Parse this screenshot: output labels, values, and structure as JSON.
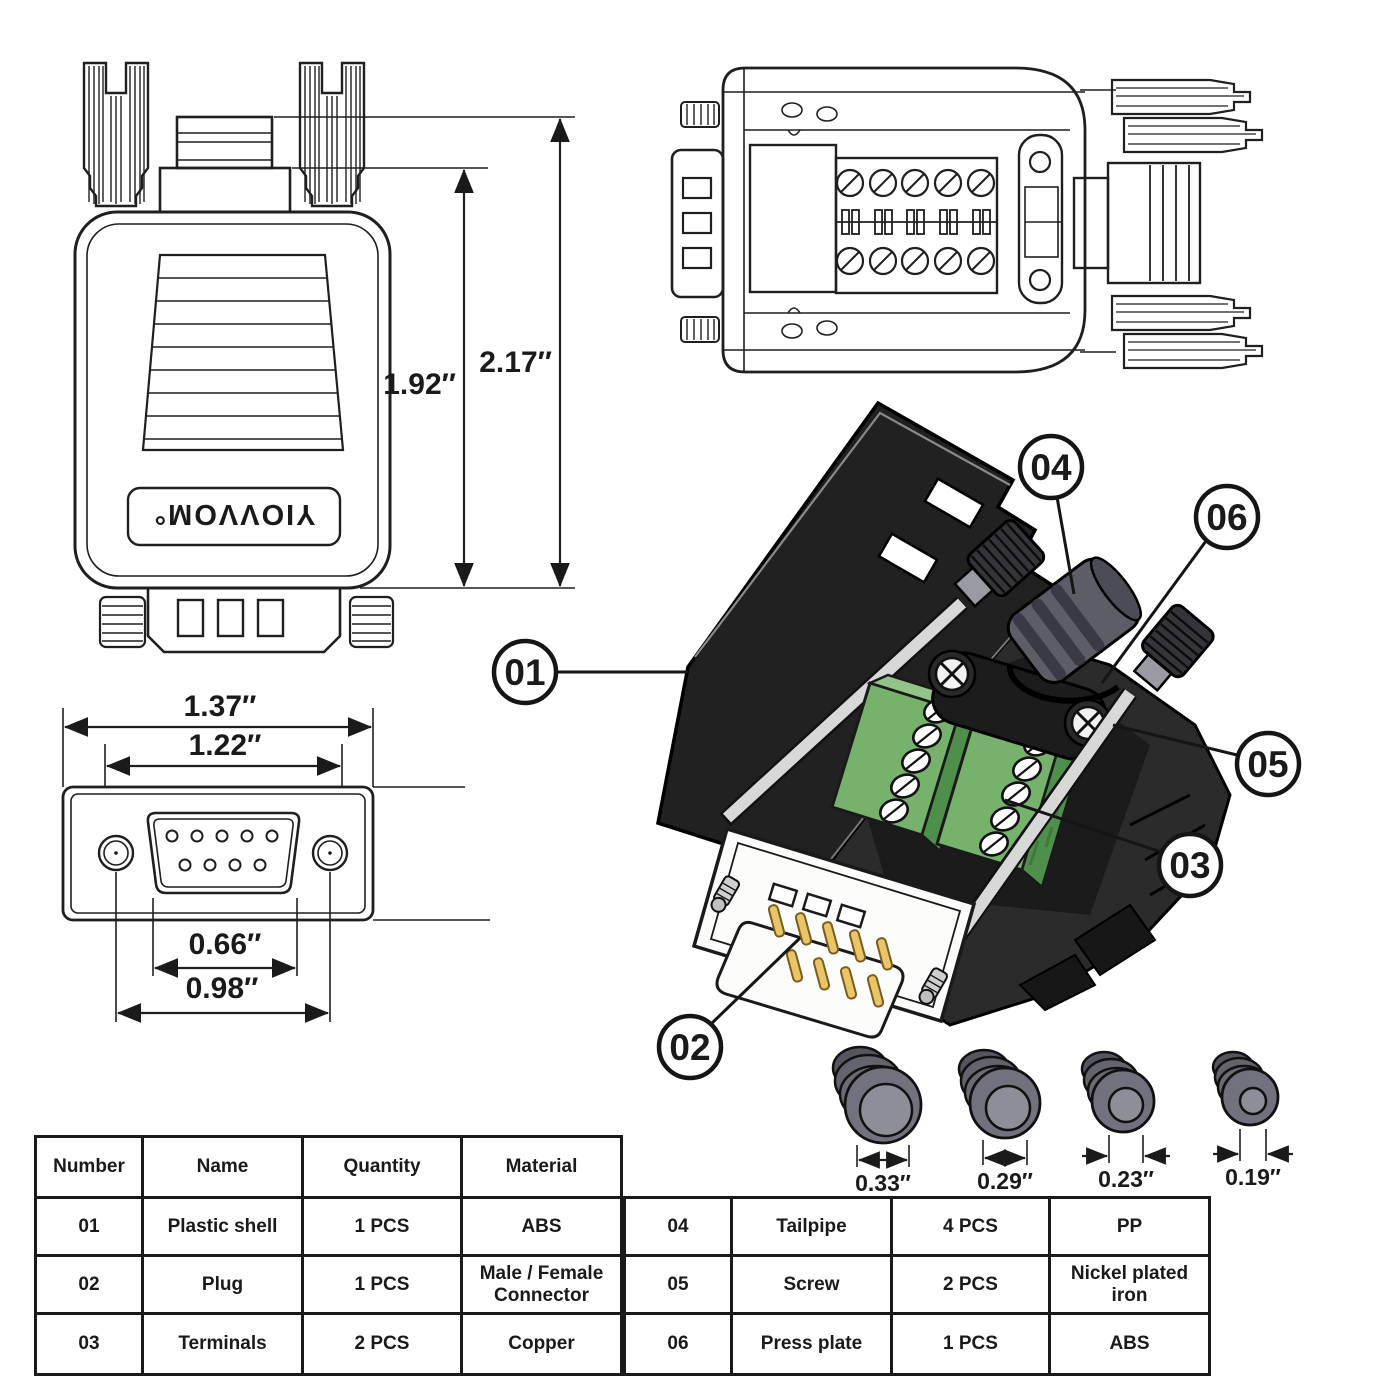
{
  "views": {
    "front": {
      "logo": "YIOVVOM°",
      "dims": {
        "inner_height": "1.92″",
        "outer_height": "2.17″"
      }
    },
    "face": {
      "dims": {
        "outer_width": "1.37″",
        "inner_width": "1.22″",
        "pin_span": "0.66″",
        "hole_span": "0.98″"
      }
    },
    "exploded": {
      "callouts": [
        {
          "id": "01",
          "target": "plastic-shell"
        },
        {
          "id": "02",
          "target": "plug"
        },
        {
          "id": "03",
          "target": "terminals"
        },
        {
          "id": "04",
          "target": "tailpipe"
        },
        {
          "id": "05",
          "target": "screw"
        },
        {
          "id": "06",
          "target": "press-plate"
        }
      ]
    },
    "tailpipes": {
      "sizes": [
        "0.33″",
        "0.29″",
        "0.23″",
        "0.19″"
      ]
    }
  },
  "table": {
    "headers": [
      "Number",
      "Name",
      "Quantity",
      "Material"
    ],
    "left_rows": [
      {
        "number": "01",
        "name": "Plastic shell",
        "quantity": "1 PCS",
        "material": "ABS"
      },
      {
        "number": "02",
        "name": "Plug",
        "quantity": "1 PCS",
        "material": "Male / Female Connector"
      },
      {
        "number": "03",
        "name": "Terminals",
        "quantity": "2 PCS",
        "material": "Copper"
      }
    ],
    "right_rows": [
      {
        "number": "04",
        "name": "Tailpipe",
        "quantity": "4 PCS",
        "material": "PP"
      },
      {
        "number": "05",
        "name": "Screw",
        "quantity": "2 PCS",
        "material": "Nickel plated iron"
      },
      {
        "number": "06",
        "name": "Press plate",
        "quantity": "1 PCS",
        "material": "ABS"
      }
    ]
  },
  "colors": {
    "line": "#1a1a1a",
    "shell_black": "#212121",
    "base_black": "#2b2b2b",
    "terminal_green": "#77b26c",
    "terminal_green_light": "#92c388",
    "terminal_green_dark": "#4f8f4c",
    "tailpipe_grey": "#5d5d68",
    "grommet_grey": "#72727e",
    "grommet_inner": "#8e8e99",
    "screw_silver": "#d8d8d8",
    "ferrule_grey": "#9a9aa2",
    "pin_gold": "#e9c568",
    "plug_white": "#fcfcfa"
  }
}
